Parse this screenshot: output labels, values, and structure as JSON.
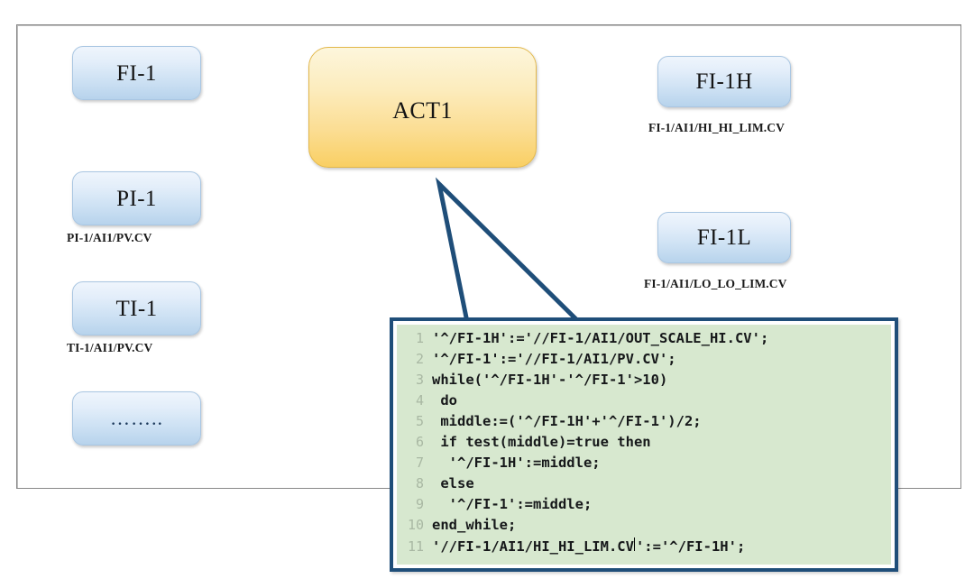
{
  "diagram": {
    "frame": {
      "name": "outer-boundary-frame"
    },
    "nodes": [
      {
        "id": "fi-1",
        "label": "FI-1",
        "tag": "",
        "style": "blue"
      },
      {
        "id": "pi-1",
        "label": "PI-1",
        "tag": "PI-1/AI1/PV.CV",
        "style": "blue"
      },
      {
        "id": "ti-1",
        "label": "TI-1",
        "tag": "TI-1/AI1/PV.CV",
        "style": "blue"
      },
      {
        "id": "more",
        "label": "……..",
        "tag": "",
        "style": "blue"
      },
      {
        "id": "act1",
        "label": "ACT1",
        "tag": "",
        "style": "gold"
      },
      {
        "id": "fi-1h",
        "label": "FI-1H",
        "tag": "FI-1/AI1/HI_HI_LIM.CV",
        "style": "blue"
      },
      {
        "id": "fi-1l",
        "label": "FI-1L",
        "tag": "FI-1/AI1/LO_LO_LIM.CV",
        "style": "blue"
      }
    ],
    "callout": {
      "source_node": "act1",
      "target": "code-panel"
    }
  },
  "code": {
    "language": "structured-text",
    "lines": [
      {
        "n": "1",
        "text": "'^/FI-1H':='//FI-1/AI1/OUT_SCALE_HI.CV';"
      },
      {
        "n": "2",
        "text": "'^/FI-1':='//FI-1/AI1/PV.CV';"
      },
      {
        "n": "3",
        "text": "while('^/FI-1H'-'^/FI-1'>10)"
      },
      {
        "n": "4",
        "text": " do"
      },
      {
        "n": "5",
        "text": " middle:=('^/FI-1H'+'^/FI-1')/2;"
      },
      {
        "n": "6",
        "text": " if test(middle)=true then"
      },
      {
        "n": "7",
        "text": "  '^/FI-1H':=middle;"
      },
      {
        "n": "8",
        "text": " else"
      },
      {
        "n": "9",
        "text": "  '^/FI-1':=middle;"
      },
      {
        "n": "10",
        "text": "end_while;"
      },
      {
        "n": "11",
        "text": "'//FI-1/AI1/HI_HI_LIM.CV",
        "text_after_caret": "':='^/FI-1H';",
        "has_caret": true
      }
    ]
  },
  "colors": {
    "code_background": "#d7e8cf",
    "code_border": "#1f4e79",
    "node_blue": "#b7d3ec",
    "node_gold": "#f9cf63",
    "frame_border": "#888888",
    "pointer": "#1f4e79"
  }
}
